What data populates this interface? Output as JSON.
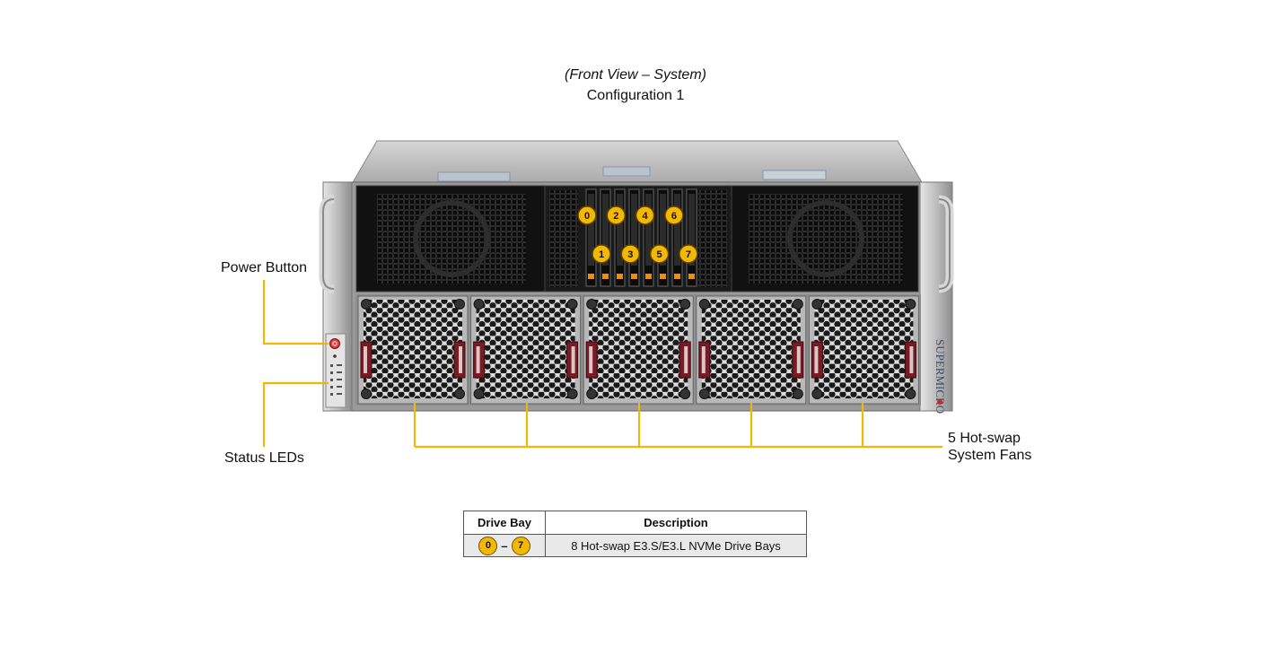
{
  "captions": {
    "view": "(Front View – System)",
    "configuration": "Configuration 1"
  },
  "callouts": {
    "power_button": "Power Button",
    "status_leds": "Status LEDs",
    "fans_line1": "5 Hot-swap",
    "fans_line2": "System Fans"
  },
  "drive_bays": {
    "top_row": [
      "0",
      "2",
      "4",
      "6"
    ],
    "bottom_row": [
      "1",
      "3",
      "5",
      "7"
    ]
  },
  "brand": "SUPERMICRO",
  "legend": {
    "headers": [
      "Drive Bay",
      "Description"
    ],
    "rows": [
      {
        "bay_start": "0",
        "bay_separator": "–",
        "bay_end": "7",
        "description": "8 Hot-swap E3.S/E3.L NVMe Drive Bays"
      }
    ]
  },
  "colors": {
    "callout_line": "#f2b705",
    "badge_fill": "#f5b800",
    "drive_led": "#f28c00",
    "fan_latch": "#7a1a22"
  }
}
